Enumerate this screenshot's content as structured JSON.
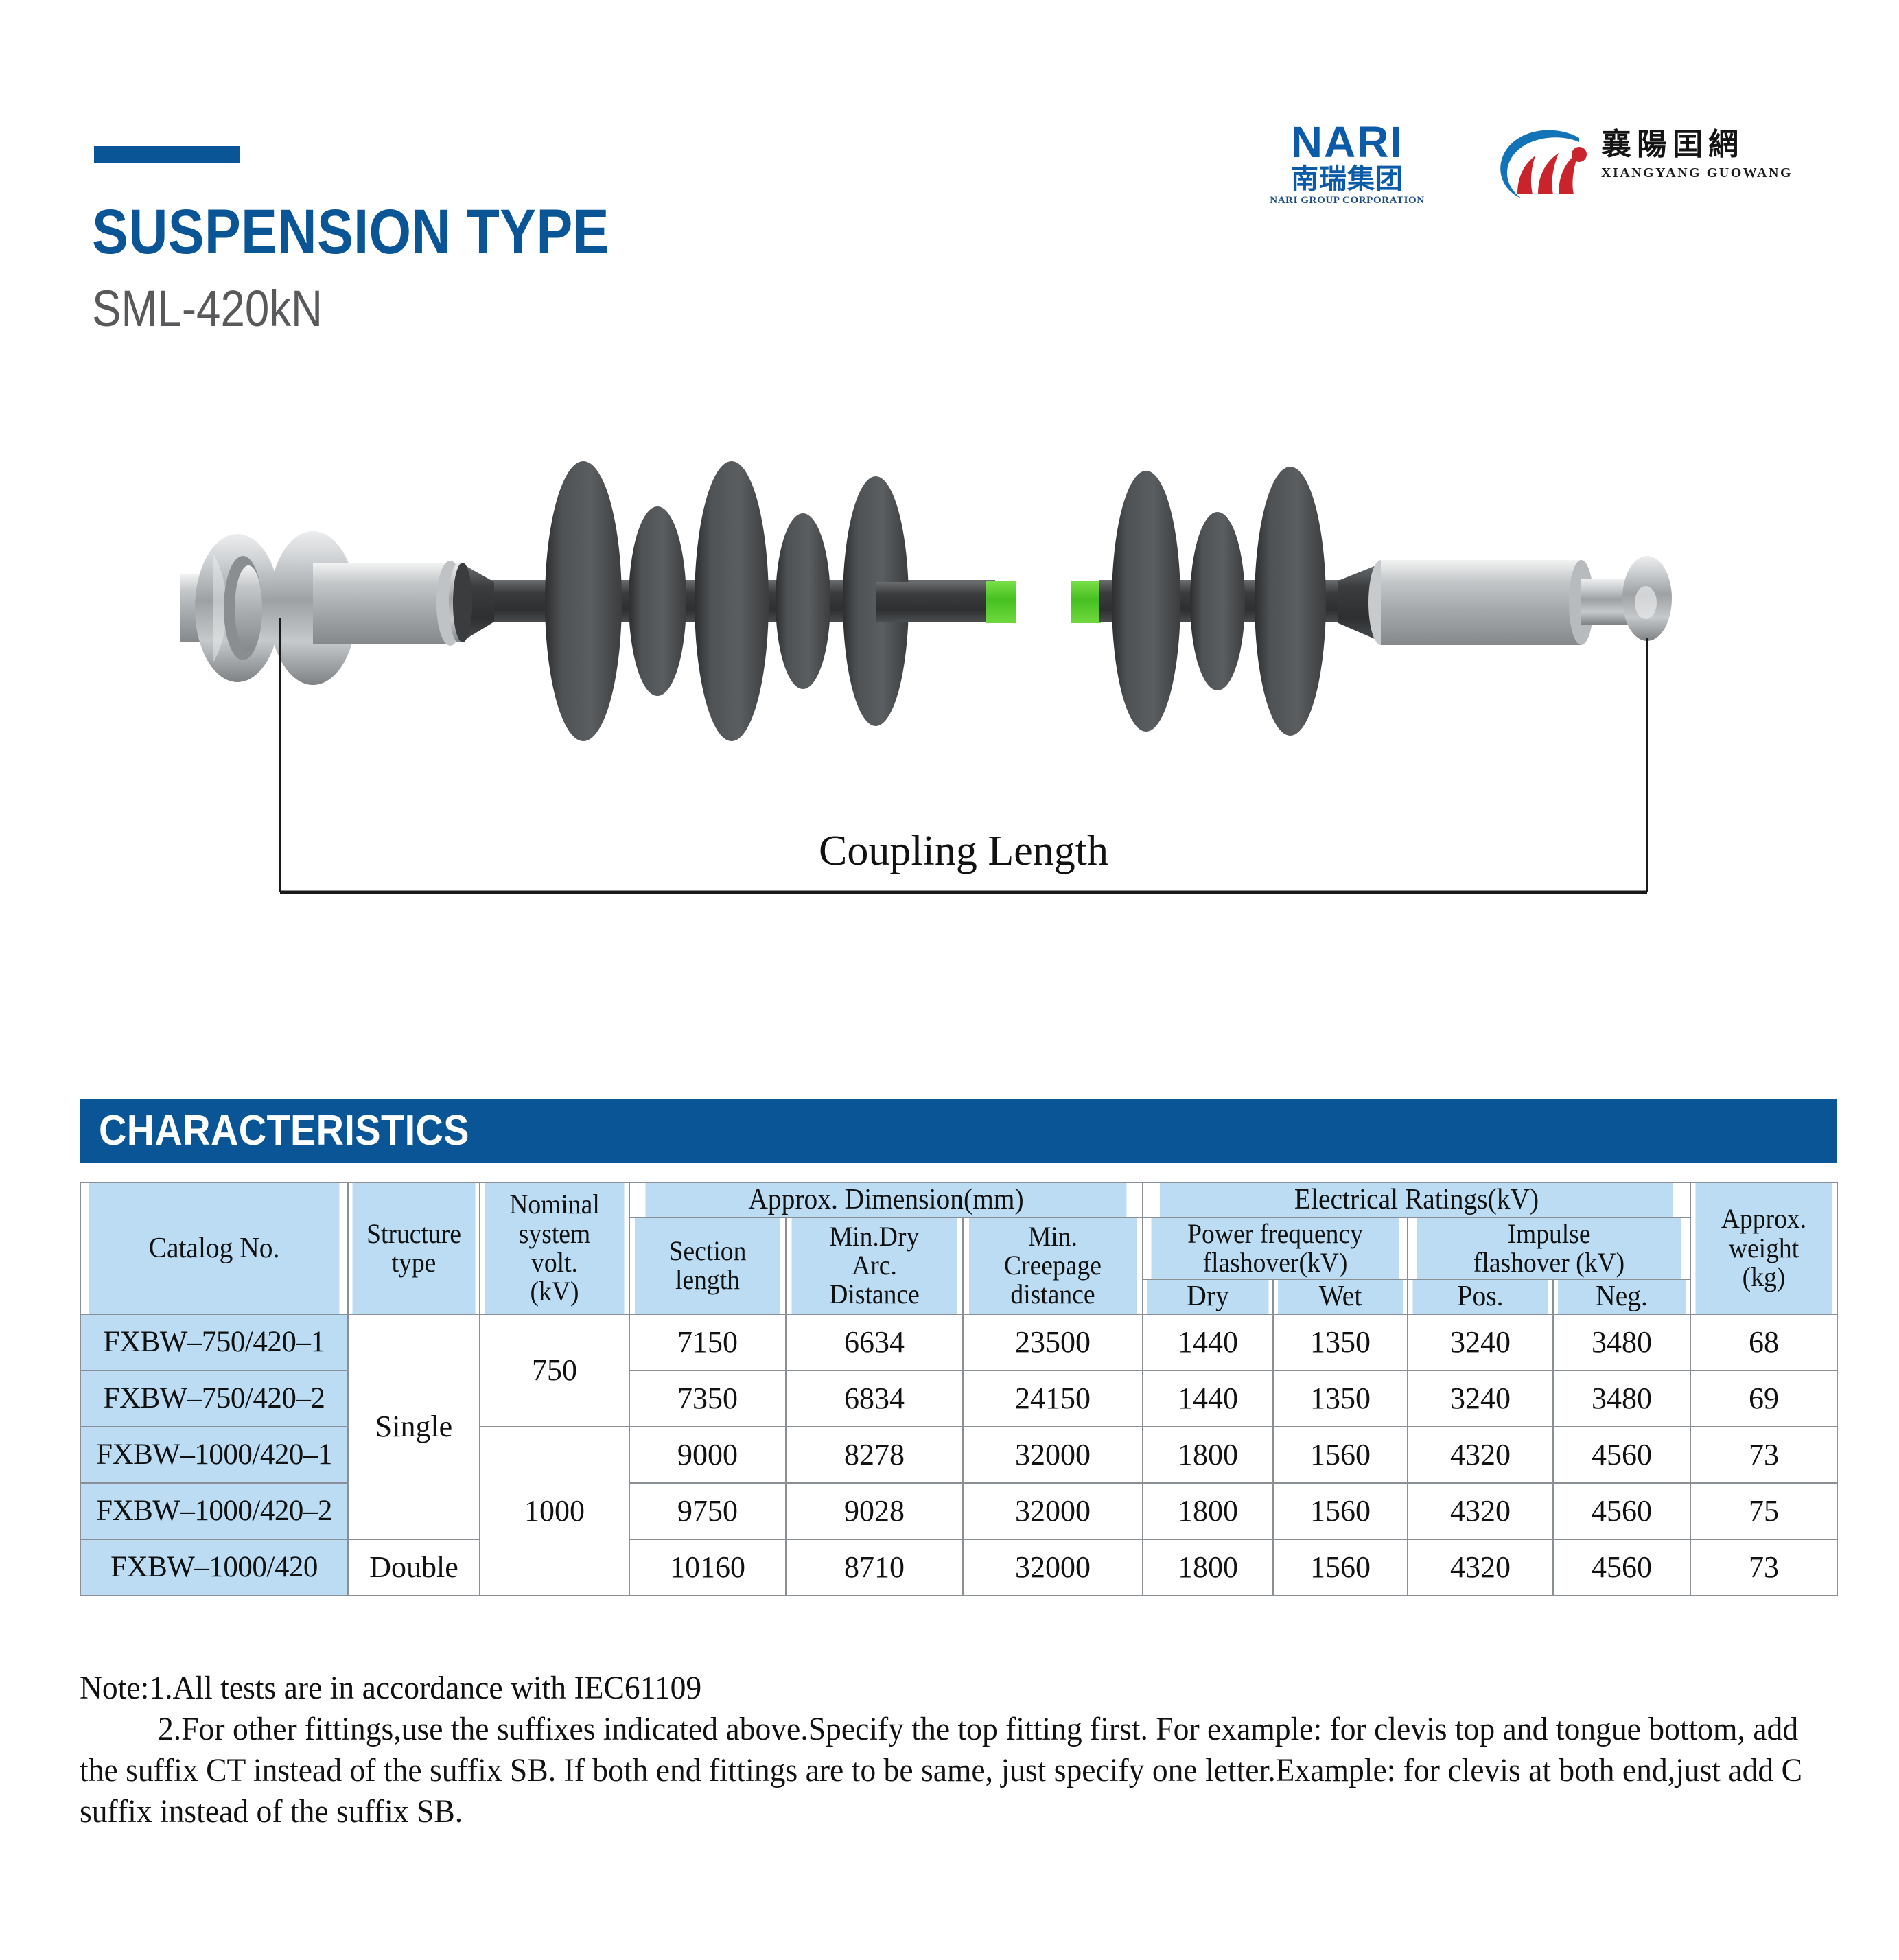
{
  "header": {
    "title": "SUSPENSION TYPE",
    "subtitle": "SML-420kN",
    "accent_color": "#0A5596"
  },
  "logos": {
    "nari": {
      "wordmark": "NARI",
      "chinese": "南瑞集团",
      "subtitle": "NARI GROUP CORPORATION",
      "color": "#0B5BA8"
    },
    "xiangyang": {
      "chinese": "襄陽囯網",
      "subtitle": "XIANGYANG GUOWANG",
      "arc_color": "#1273B8",
      "flame_color": "#C9232B"
    }
  },
  "illustration": {
    "dimension_label": "Coupling  Length",
    "break_marker_color": "#4CC624",
    "shed_color": "#4E5153",
    "core_color": "#3A3C3E",
    "metal_color": "#B9BCBE",
    "alt_text": "Composite suspension insulator with clevis end fitting at left and ball/tongue end fitting at right, sheds along a core rod, with a break symbol in the middle"
  },
  "section": {
    "banner_label": "CHARACTERISTICS",
    "banner_color": "#0A5596",
    "header_cell_color": "#BBDCF3"
  },
  "table": {
    "headers": {
      "catalog_no": "Catalog No.",
      "structure_type": "Structure type",
      "structure_type_line1": "Structure",
      "structure_type_line2": "type",
      "nominal_system_volt": "Nominal system volt. (kV)",
      "nominal_line1": "Nominal",
      "nominal_line2": "system",
      "nominal_line3": "volt.",
      "nominal_line4": "(kV)",
      "approx_dimension": "Approx. Dimension(mm)",
      "section_length_line1": "Section",
      "section_length_line2": "length",
      "min_dry_arc_line1": "Min.Dry",
      "min_dry_arc_line2": "Arc.",
      "min_dry_arc_line3": "Distance",
      "min_creepage_line1": "Min.",
      "min_creepage_line2": "Creepage",
      "min_creepage_line3": "distance",
      "electrical_ratings": "Electrical Ratings(kV)",
      "power_frequency_line1": "Power frequency",
      "power_frequency_line2": "flashover(kV)",
      "impulse_line1": "Impulse",
      "impulse_line2": "flashover (kV)",
      "dry": "Dry",
      "wet": "Wet",
      "pos": "Pos.",
      "neg": "Neg.",
      "approx_weight_line1": "Approx.",
      "approx_weight_line2": "weight",
      "approx_weight_line3": "(kg)"
    },
    "rows": [
      {
        "catalog_no": "FXBW–750/420–1",
        "structure_type": "Single",
        "nominal_system_volt": "750",
        "section_length": "7150",
        "min_dry_arc_distance": "6634",
        "min_creepage_distance": "23500",
        "power_freq_dry": "1440",
        "power_freq_wet": "1350",
        "impulse_pos": "3240",
        "impulse_neg": "3480",
        "approx_weight": "68"
      },
      {
        "catalog_no": "FXBW–750/420–2",
        "structure_type": "Single",
        "nominal_system_volt": "750",
        "section_length": "7350",
        "min_dry_arc_distance": "6834",
        "min_creepage_distance": "24150",
        "power_freq_dry": "1440",
        "power_freq_wet": "1350",
        "impulse_pos": "3240",
        "impulse_neg": "3480",
        "approx_weight": "69"
      },
      {
        "catalog_no": "FXBW–1000/420–1",
        "structure_type": "Single",
        "nominal_system_volt": "1000",
        "section_length": "9000",
        "min_dry_arc_distance": "8278",
        "min_creepage_distance": "32000",
        "power_freq_dry": "1800",
        "power_freq_wet": "1560",
        "impulse_pos": "4320",
        "impulse_neg": "4560",
        "approx_weight": "73"
      },
      {
        "catalog_no": "FXBW–1000/420–2",
        "structure_type": "Single",
        "nominal_system_volt": "1000",
        "section_length": "9750",
        "min_dry_arc_distance": "9028",
        "min_creepage_distance": "32000",
        "power_freq_dry": "1800",
        "power_freq_wet": "1560",
        "impulse_pos": "4320",
        "impulse_neg": "4560",
        "approx_weight": "75"
      },
      {
        "catalog_no": "FXBW–1000/420",
        "structure_type": "Double",
        "nominal_system_volt": "1000",
        "section_length": "10160",
        "min_dry_arc_distance": "8710",
        "min_creepage_distance": "32000",
        "power_freq_dry": "1800",
        "power_freq_wet": "1560",
        "impulse_pos": "4320",
        "impulse_neg": "4560",
        "approx_weight": "73"
      }
    ]
  },
  "note": {
    "line_1": "Note:1.All tests are in accordance with IEC61109",
    "line_2": "2.For other fittings,use the suffixes indicated above.Specify the top fitting first. For example: for clevis top and tongue bottom, add the suffix CT instead of the suffix SB. If both end fittings are to be same, just specify one letter.Example: for clevis at both end,just add C suffix instead of the suffix SB."
  }
}
